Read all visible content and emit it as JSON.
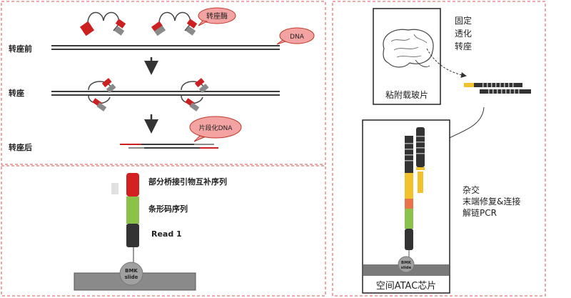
{
  "colors": {
    "frame_dash": "#d9534f",
    "strand": "#3a3a3a",
    "transposase_red": "#cc1f1f",
    "transposase_gray": "#8a8a8a",
    "bubble_fill": "#f4a3a3",
    "bubble_stroke": "#c0392b",
    "seg_red": "#d32020",
    "seg_green": "#8bc34a",
    "seg_black": "#333333",
    "seg_yellow": "#f2c12e",
    "seg_orange": "#e8734a",
    "chip_bar": "#7a7a7a",
    "dot_gray": "#9a9a9a"
  },
  "top_left": {
    "step_before": "转座前",
    "step_during": "转座",
    "step_after": "转座后",
    "bubble_transposase": "转座酶",
    "bubble_dna": "DNA",
    "bubble_inserted_dna": "片段化DNA"
  },
  "bottom_left": {
    "segment_red_label": "部分桥接引物互补序列",
    "segment_green_label": "条形码序列",
    "segment_black_label": "Read 1",
    "bead_line1": "BMK",
    "bead_line2": "slide"
  },
  "right": {
    "fix_steps": [
      "固定",
      "透化",
      "转座"
    ],
    "slide_label": "粘附载玻片",
    "hybrid_steps": [
      "杂交",
      "末端修复&连接",
      "解链PCR"
    ],
    "chip_label": "空间ATAC芯片",
    "bead_line1": "BMK",
    "bead_line2": "slide"
  }
}
